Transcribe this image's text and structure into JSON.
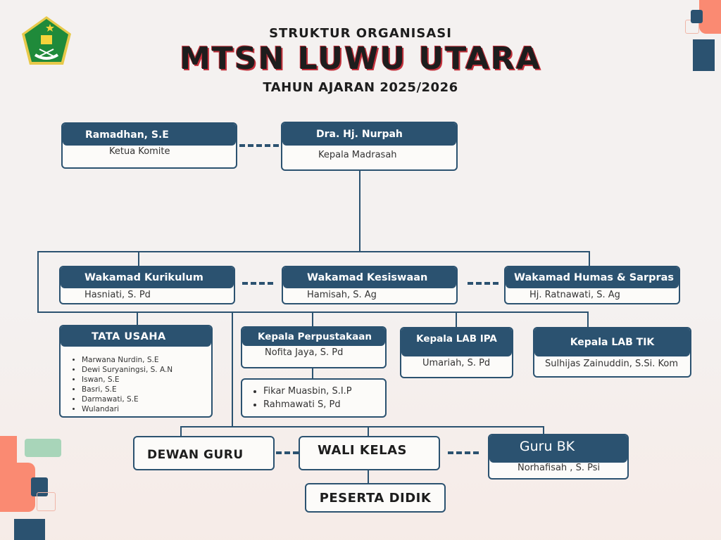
{
  "header": {
    "subtitle": "STRUKTUR ORGANISASI",
    "title": "MTSN LUWU UTARA",
    "year": "TAHUN AJARAN 2025/2026"
  },
  "colors": {
    "primary": "#2b5270",
    "accent": "#fa8a72",
    "title_outline": "#c2313c",
    "green": "#a8d5b9",
    "background": "#f4f1f0"
  },
  "komite": {
    "name": "Ramadhan, S.E",
    "role": "Ketua Komite"
  },
  "kepala": {
    "name": "Dra. Hj.  Nurpah",
    "role": "Kepala Madrasah"
  },
  "wakamad": [
    {
      "title": "Wakamad Kurikulum",
      "name": "Hasniati, S. Pd"
    },
    {
      "title": "Wakamad Kesiswaan",
      "name": "Hamisah, S. Ag"
    },
    {
      "title": "Wakamad Humas & Sarpras",
      "name": "Hj. Ratnawati, S. Ag"
    }
  ],
  "tata_usaha": {
    "title": "TATA USAHA",
    "members": [
      "Marwana Nurdin, S.E",
      "Dewi Suryaningsi, S. A.N",
      "Iswan, S.E",
      "Basri, S.E",
      "Darmawati, S.E",
      "Wulandari"
    ]
  },
  "perpustakaan": {
    "title": "Kepala Perpustakaan",
    "name": "Nofita Jaya, S. Pd",
    "staff": [
      "Fikar Muasbin, S.I.P",
      "Rahmawati S, Pd"
    ]
  },
  "lab_ipa": {
    "title": "Kepala LAB IPA",
    "name": "Umariah, S. Pd"
  },
  "lab_tik": {
    "title": "Kepala LAB TIK",
    "name": "Sulhijas Zainuddin, S.Si. Kom"
  },
  "dewan_guru": "DEWAN GURU",
  "wali_kelas": "WALI KELAS",
  "guru_bk": {
    "title": "Guru BK",
    "name": "Norhafisah , S. Psi"
  },
  "peserta_didik": "PESERTA DIDIK"
}
